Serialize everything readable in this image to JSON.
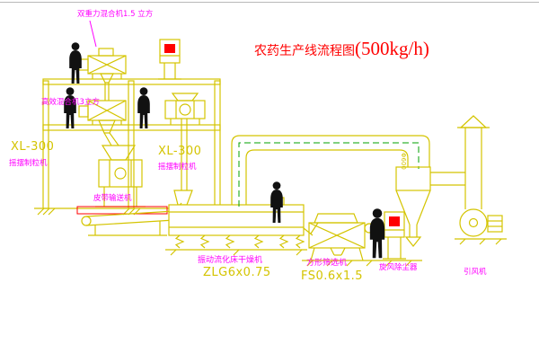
{
  "title": {
    "main": "农药生产线流程图",
    "capacity": "(500kg/h)"
  },
  "labels": {
    "mixer_top": "双重力混合机1.5 立方",
    "mixer_mid": "高效混合机3立方",
    "granulator_left_model": "XL-300",
    "granulator_left_name": "摇摆制粒机",
    "granulator_right_model": "XL-300",
    "granulator_right_name": "摇摆制粒机",
    "belt_conveyor": "皮带输送机",
    "dryer_name": "振动流化床干燥机",
    "dryer_model": "ZLG6x0.75",
    "sieve_name": "方形筛选机",
    "sieve_model": "FS0.6x1.5",
    "cyclone_name": "旋风除尘器",
    "cyclone_size": "Φ600",
    "fan_name": "引风机"
  },
  "colors": {
    "line_yellow": "#d4c400",
    "label_magenta": "#ff00ff",
    "title_red": "#ff0000",
    "figure_black": "#111111",
    "hatch_red": "#ff0000",
    "centerline_green": "#00a000"
  }
}
